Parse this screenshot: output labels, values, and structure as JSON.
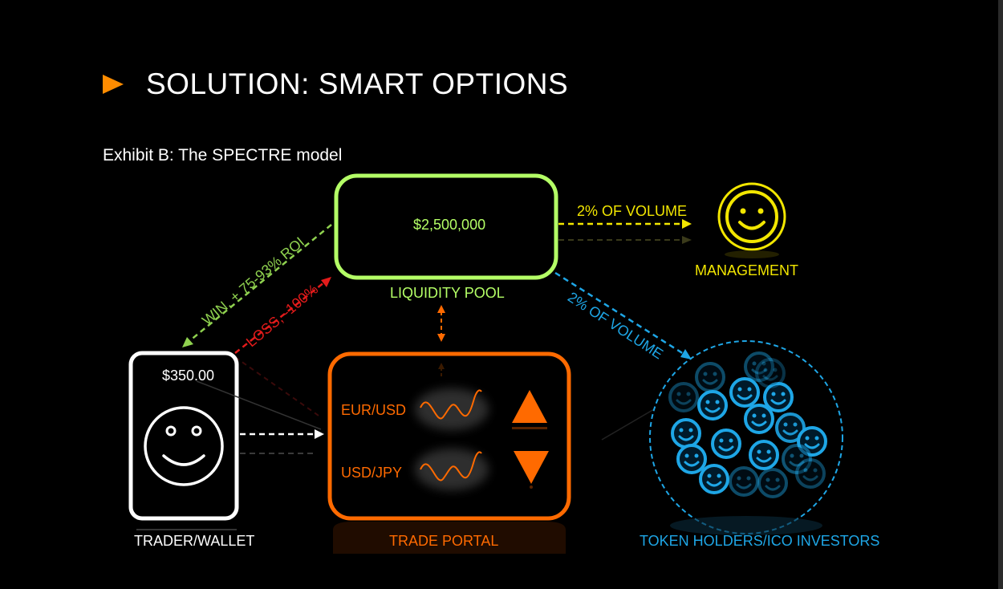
{
  "slide": {
    "title": "SOLUTION: SMART OPTIONS",
    "subtitle": "Exhibit B: The SPECTRE model"
  },
  "nodes": {
    "liquidity_pool": {
      "value": "$2,500,000",
      "label": "LIQUIDITY POOL",
      "color": "#b4ff66"
    },
    "management": {
      "label": "MANAGEMENT",
      "color": "#f2e600"
    },
    "trader_wallet": {
      "value": "$350.00",
      "label": "TRADER/WALLET",
      "color": "#ffffff"
    },
    "trade_portal": {
      "label": "TRADE PORTAL",
      "color": "#ff6a00",
      "pairs": [
        "EUR/USD",
        "USD/JPY"
      ]
    },
    "token_holders": {
      "label": "TOKEN HOLDERS/ICO INVESTORS",
      "color": "#1ea6e6"
    }
  },
  "edges": {
    "win": {
      "label": "WIN, + 75-93% ROI",
      "color": "#8fd14f"
    },
    "loss": {
      "label": "LOSS, -100%",
      "color": "#e31b1b"
    },
    "management_fee": {
      "label": "2% OF VOLUME",
      "color": "#f2e600"
    },
    "holders_fee": {
      "label": "2% OF VOLUME",
      "color": "#1ea6e6"
    }
  }
}
